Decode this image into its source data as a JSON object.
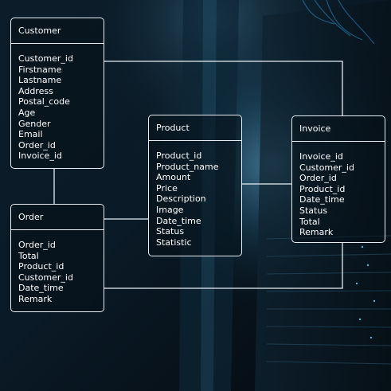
{
  "theme": {
    "line_color": "#e6eef4",
    "text_color": "#ffffff",
    "background_dark": "#061018",
    "background_accent": "#4fa7d6"
  },
  "entities": {
    "customer": {
      "title": "Customer",
      "fields": [
        "Customer_id",
        "Firstname",
        "Lastname",
        "Address",
        "Postal_code",
        "Age",
        "Gender",
        "Email",
        "Order_id",
        "Invoice_id"
      ]
    },
    "order": {
      "title": "Order",
      "fields": [
        "Order_id",
        "Total",
        "Product_id",
        "Customer_id",
        "Date_time",
        "Remark"
      ]
    },
    "product": {
      "title": "Product",
      "fields": [
        "Product_id",
        "Product_name",
        "Amount",
        "Price",
        "Description",
        "Image",
        "Date_time",
        "Status",
        "Statistic"
      ]
    },
    "invoice": {
      "title": "Invoice",
      "fields": [
        "Invoice_id",
        "Customer_id",
        "Order_id",
        "Product_id",
        "Date_time",
        "Status",
        "Total",
        "Remark"
      ]
    }
  },
  "relationships": [
    {
      "from": "Customer",
      "to": "Invoice"
    },
    {
      "from": "Customer",
      "to": "Order"
    },
    {
      "from": "Order",
      "to": "Product"
    },
    {
      "from": "Product",
      "to": "Invoice"
    },
    {
      "from": "Order",
      "to": "Invoice"
    }
  ]
}
